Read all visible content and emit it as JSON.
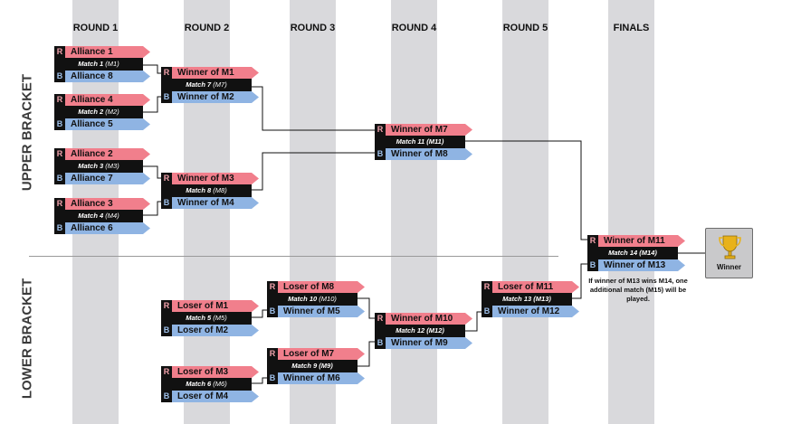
{
  "rounds": [
    "ROUND 1",
    "ROUND 2",
    "ROUND 3",
    "ROUND 4",
    "ROUND 5",
    "FINALS"
  ],
  "brackets": {
    "upper": "UPPER BRACKET",
    "lower": "LOWER BRACKET"
  },
  "side_labels": {
    "red": "R",
    "blue": "B"
  },
  "colors": {
    "red": "#f17f8c",
    "blue": "#8fb4e3",
    "band": "#d9d9dc",
    "dark": "#111111",
    "trophy": "#e8b21a"
  },
  "matches": {
    "m1": {
      "red": "Alliance 1",
      "blue": "Alliance 8",
      "match": "Match 1",
      "code": "(M1)"
    },
    "m2": {
      "red": "Alliance 4",
      "blue": "Alliance 5",
      "match": "Match 2",
      "code": "(M2)"
    },
    "m3": {
      "red": "Alliance 2",
      "blue": "Alliance 7",
      "match": "Match 3",
      "code": "(M3)"
    },
    "m4": {
      "red": "Alliance 3",
      "blue": "Alliance 6",
      "match": "Match 4",
      "code": "(M4)"
    },
    "m7": {
      "red": "Winner of M1",
      "blue": "Winner of M2",
      "match": "Match 7",
      "code": "(M7)"
    },
    "m8": {
      "red": "Winner of M3",
      "blue": "Winner of M4",
      "match": "Match 8",
      "code": "(M8)"
    },
    "m11": {
      "red": "Winner of M7",
      "blue": "Winner of M8",
      "match": "Match 11",
      "code": "(M11)"
    },
    "m5": {
      "red": "Loser of M1",
      "blue": "Loser of M2",
      "match": "Match 5",
      "code": "(M5)"
    },
    "m6": {
      "red": "Loser of M3",
      "blue": "Loser of M4",
      "match": "Match 6",
      "code": "(M6)"
    },
    "m10": {
      "red": "Loser of M8",
      "blue": "Winner of M5",
      "match": "Match 10",
      "code": "(M10)"
    },
    "m9": {
      "red": "Loser of M7",
      "blue": "Winner of M6",
      "match": "Match 9",
      "code": "(M9)"
    },
    "m12": {
      "red": "Winner of M10",
      "blue": "Winner of M9",
      "match": "Match 12",
      "code": "(M12)"
    },
    "m13": {
      "red": "Loser of M11",
      "blue": "Winner of M12",
      "match": "Match 13",
      "code": "(M13)"
    },
    "m14": {
      "red": "Winner of M11",
      "blue": "Winner of M13",
      "match": "Match 14",
      "code": "(M14)"
    }
  },
  "winner": {
    "label": "Winner",
    "icon": "trophy-icon"
  },
  "note": "If winner of M13 wins M14, one additional match (M15) will be played."
}
